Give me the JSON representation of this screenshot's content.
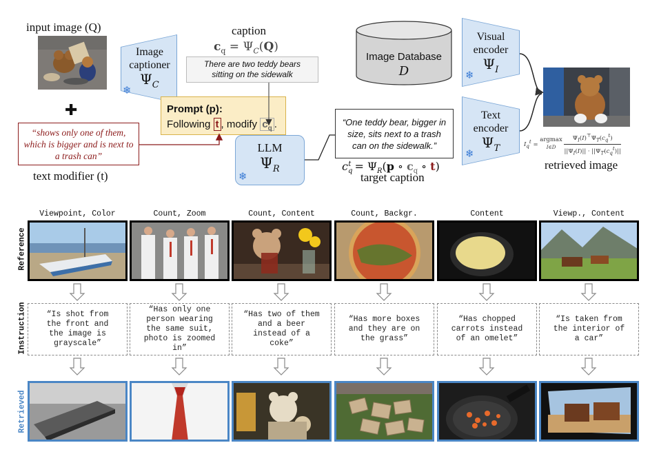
{
  "top": {
    "input_image_label": "input image (Q)",
    "image_captioner": {
      "line1": "Image",
      "line2": "captioner",
      "symbol": "Ψ",
      "subscript": "C"
    },
    "caption_title": "caption",
    "caption_formula": "c_q = Ψ_C(Q)",
    "caption_text": "There are two teddy bears sitting on the sidewalk",
    "plus": "✚",
    "text_modifier_text": "“shows only one of them, which is bigger and is next to a trash can”",
    "text_modifier_label": "text modifier (t)",
    "prompt_title": "Prompt (p):",
    "prompt_following": "Following",
    "prompt_t": "t",
    "prompt_modify": ", modify",
    "prompt_cq": "c",
    "prompt_cq_sub": "q",
    "prompt_end": ".",
    "llm": {
      "label": "LLM",
      "symbol": "Ψ",
      "subscript": "R"
    },
    "target_caption_text": "“One teddy bear, bigger in size, sits next to a trash can on the sidewalk.”",
    "target_caption_formula": "c_q^t = Ψ_R(p ∘ c_q ∘ t)",
    "target_caption_label": "target caption",
    "image_db": {
      "label": "Image Database",
      "symbol": "D"
    },
    "visual_encoder": {
      "line1": "Visual",
      "line2": "encoder",
      "symbol": "Ψ",
      "subscript": "I"
    },
    "text_encoder": {
      "line1": "Text",
      "line2": "encoder",
      "symbol": "Ψ",
      "subscript": "T"
    },
    "retrieval_formula": "I_q^t = argmax_{I∈D} Ψ_I(I)ᵀΨ_T(c_q^t) / ||Ψ_I(I)||·||Ψ_T(c_q^t)||",
    "retrieved_label": "retrieved image",
    "snowflake": "❄"
  },
  "bottom": {
    "row_labels": {
      "reference": "Reference",
      "instruction": "Instruction",
      "retrieved": "Retrieved"
    },
    "columns": [
      {
        "title": "Viewpoint, Color",
        "instruction": "“Is shot from\nthe front and\nthe image is\ngrayscale”"
      },
      {
        "title": "Count, Zoom",
        "instruction": "“Has only one\nperson wearing\nthe same suit,\nphoto is zoomed\nin”"
      },
      {
        "title": "Count, Content",
        "instruction": "“Has two of them\nand a beer\ninstead of a\ncoke”"
      },
      {
        "title": "Count, Backgr.",
        "instruction": "“Has more boxes\nand they are on\nthe grass”"
      },
      {
        "title": "Content",
        "instruction": "“Has chopped\ncarrots instead\nof an omelet”"
      },
      {
        "title": "Viewp., Content",
        "instruction": "“Is taken from\nthe interior of\na car”"
      }
    ]
  }
}
